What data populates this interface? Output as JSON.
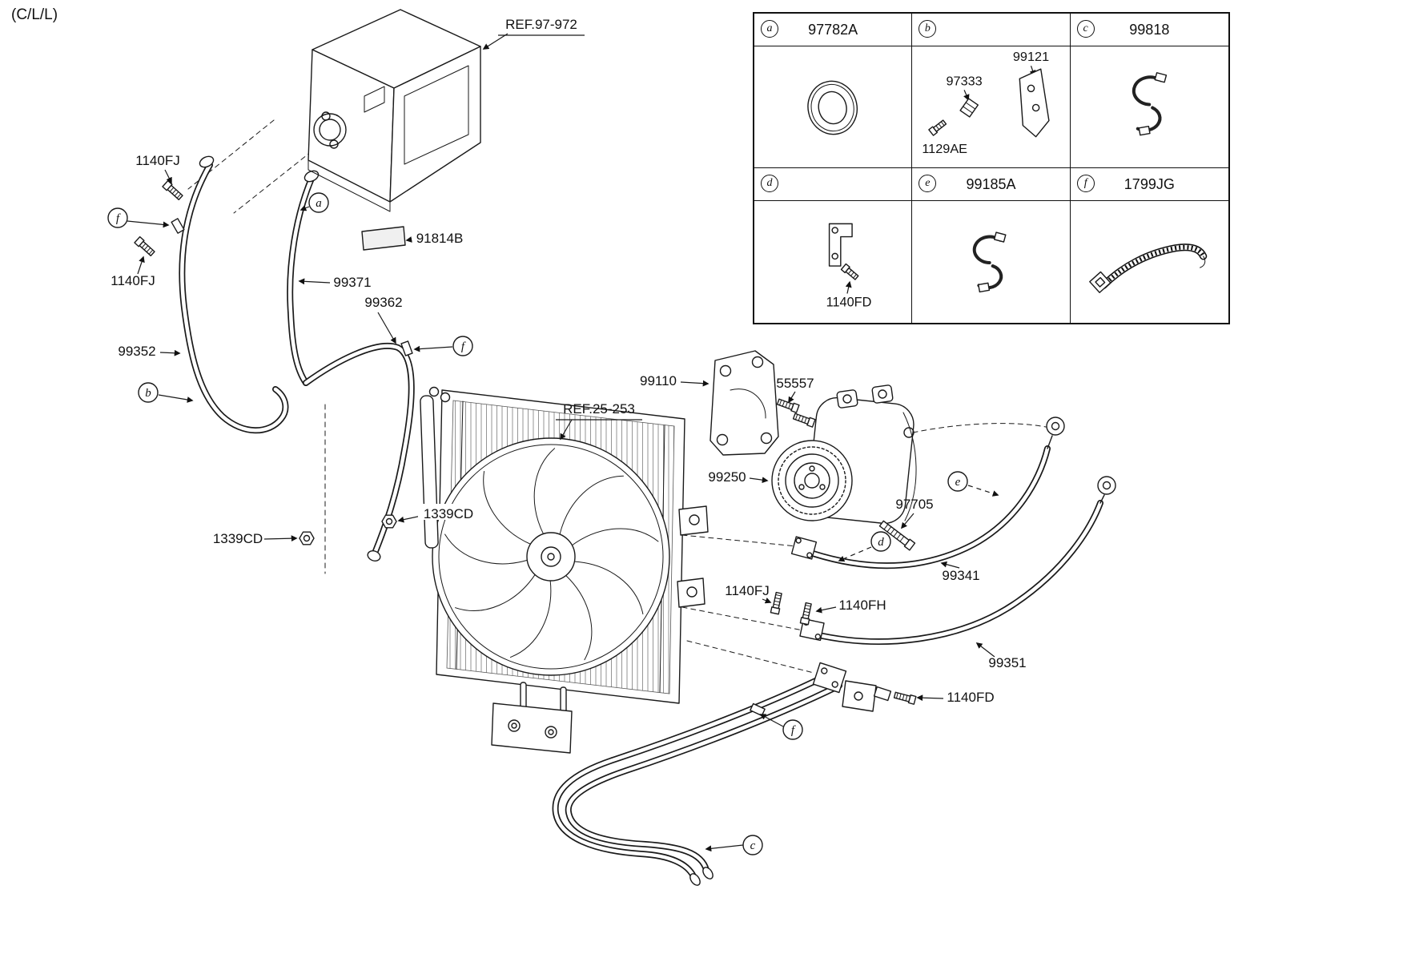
{
  "page": {
    "corner_code": "(C/L/L)"
  },
  "refs": {
    "evaporator": "REF.97-972",
    "condenser": "REF.25-253"
  },
  "labels": {
    "bolt_1140fj_a": "1140FJ",
    "bolt_1140fj_b": "1140FJ",
    "bolt_1140fj_c": "1140FJ",
    "bolt_1140fh": "1140FH",
    "bolt_1140fd": "1140FD",
    "label_91814b": "91814B",
    "pipe_99371": "99371",
    "pipe_99362": "99362",
    "pipe_99352": "99352",
    "bracket_99110": "99110",
    "bolt_55557": "55557",
    "compressor_99250": "99250",
    "bolt_97705": "97705",
    "grommet_1339cd_a": "1339CD",
    "grommet_1339cd_b": "1339CD",
    "hose_99341": "99341",
    "hose_99351": "99351"
  },
  "callouts": {
    "a": "a",
    "b": "b",
    "c": "c",
    "d": "d",
    "e": "e",
    "f": "f"
  },
  "table": {
    "cells": [
      {
        "key": "a",
        "part": "97782A",
        "inner": []
      },
      {
        "key": "b",
        "part": "",
        "inner": [
          "99121",
          "97333",
          "1129AE"
        ]
      },
      {
        "key": "c",
        "part": "99818",
        "inner": []
      },
      {
        "key": "d",
        "part": "",
        "inner": [
          "1140FD"
        ]
      },
      {
        "key": "e",
        "part": "99185A",
        "inner": []
      },
      {
        "key": "f",
        "part": "1799JG",
        "inner": []
      }
    ]
  }
}
